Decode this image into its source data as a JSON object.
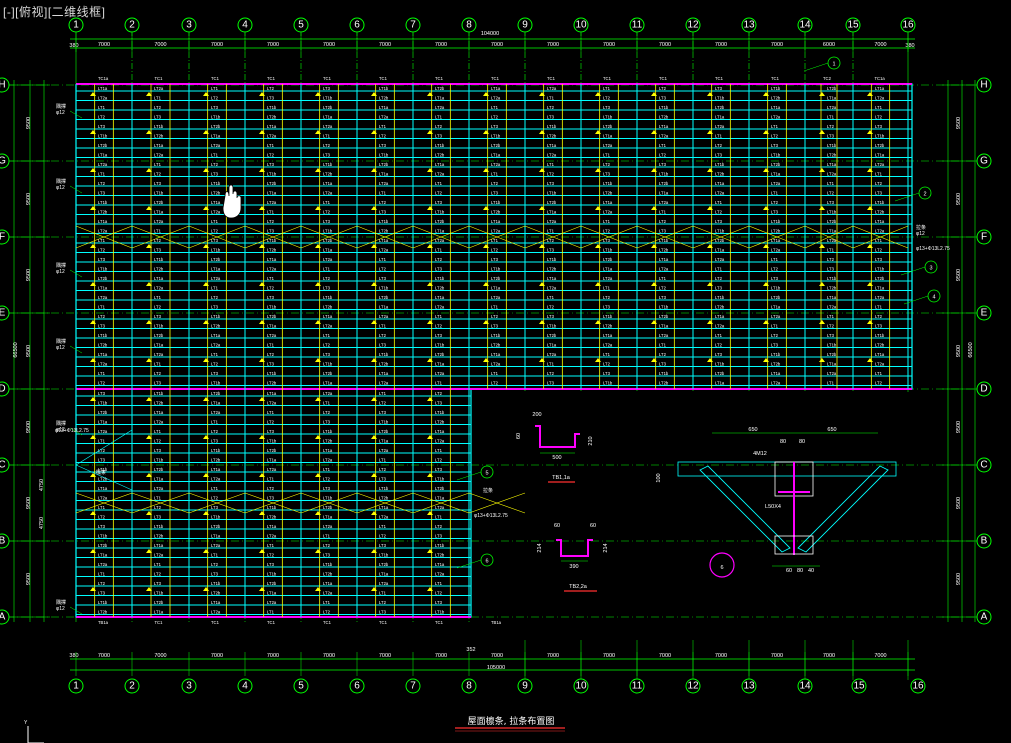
{
  "viewport": {
    "label": "[-][俯视][二维线框]"
  },
  "axes": {
    "top_numbers": [
      "1",
      "2",
      "3",
      "4",
      "5",
      "6",
      "7",
      "8",
      "9",
      "10",
      "11",
      "12",
      "13",
      "14",
      "15",
      "16"
    ],
    "bottom_numbers": [
      "1",
      "2",
      "3",
      "4",
      "5",
      "6",
      "7",
      "8",
      "9",
      "10",
      "11",
      "12",
      "13",
      "14",
      "15",
      "16"
    ],
    "row_letters": [
      "H",
      "G",
      "F",
      "E",
      "D",
      "C",
      "B",
      "A"
    ]
  },
  "dimensions": {
    "top_total": "104000",
    "bottom_total": "105000",
    "top_edge": "380",
    "bay": "7000",
    "bay_alt": "6000",
    "bottom_edge": "380",
    "bottom_inner": "352",
    "left_spans": [
      "9500",
      "9500",
      "9500",
      "9500",
      "9500",
      "9500",
      "9500"
    ],
    "left_mid": "4750",
    "right_spans": [
      "9500",
      "9500",
      "9500",
      "9500",
      "9500",
      "9500",
      "9500"
    ],
    "left_total": "66500",
    "right_total": "66500"
  },
  "purlin_labels": {
    "top": [
      "TC1a",
      "TC1",
      "TC1",
      "TC1",
      "TC1",
      "TC1",
      "TC1",
      "TC1",
      "TC1",
      "TC1",
      "TC1",
      "TC1",
      "TC1",
      "TC2",
      "TC1a"
    ],
    "bottom": [
      "TB1a",
      "TC1",
      "TC1",
      "TC1",
      "TC1",
      "TC1",
      "TC1",
      "TB1a"
    ],
    "generic": [
      "LT1a",
      "LT2a",
      "LT1",
      "LT2",
      "LT3",
      "LT1b",
      "LT2b"
    ]
  },
  "details": {
    "section1": {
      "title": "TB1,1a",
      "w": "200",
      "d1": "60",
      "d2": "210",
      "base": "500"
    },
    "section2": {
      "title": "TB2,2a",
      "w": "60",
      "d1": "214",
      "d2": "214",
      "base": "390"
    },
    "joint": {
      "top_left": "650",
      "top_c1": "80",
      "top_c2": "80",
      "top_right": "650",
      "side": "100",
      "plate": "4M12",
      "bars": "L50X4",
      "b1": "60",
      "b2": "80",
      "b3": "40",
      "marker": "6"
    }
  },
  "callouts": [
    "1",
    "2",
    "3",
    "4",
    "5",
    "6"
  ],
  "notes": {
    "tie": "隅撑",
    "tie_spec": "φ12",
    "brace_spec": "φ13+Φ13L2.75",
    "bay_label": "檩条",
    "cross": "拉条",
    "tie_sub": "φ12"
  },
  "drawing_title": "屋面檩条, 拉条布置图",
  "ucs": {
    "y": "Y"
  }
}
